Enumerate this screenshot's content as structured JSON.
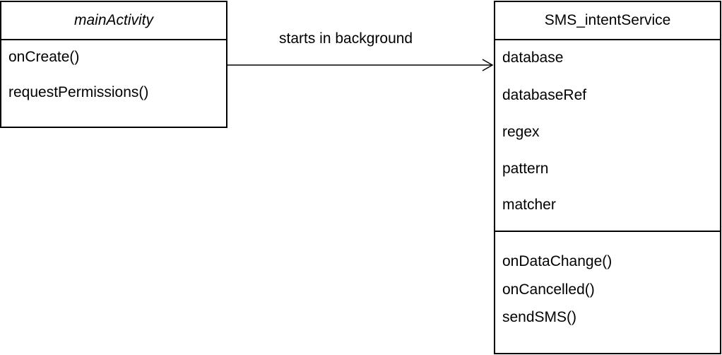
{
  "classes": {
    "main_activity": {
      "name": "mainActivity",
      "methods": [
        "onCreate()",
        "requestPermissions()"
      ]
    },
    "sms_service": {
      "name": "SMS_intentService",
      "attributes": [
        "database",
        "databaseRef",
        "regex",
        "pattern",
        "matcher"
      ],
      "methods": [
        "onDataChange()",
        "onCancelled()",
        "sendSMS()"
      ]
    }
  },
  "relationship": {
    "label": "starts in background"
  },
  "colors": {
    "line": "#000000",
    "background": "#ffffff"
  }
}
